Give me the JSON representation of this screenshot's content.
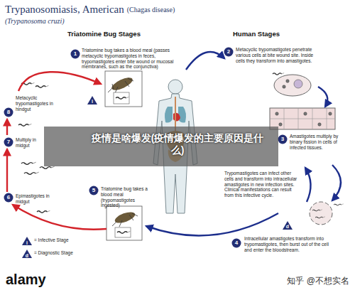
{
  "diagram": {
    "title": "Trypanosomiasis, American",
    "labels": [
      "(Chagas disease)",
      "(Trypanosoma cruzi)",
      "Triatomine Bug Stages",
      "Human Stages",
      "1",
      "Triatomine bug takes a blood meal (passes metacyclic trypomastigotes in feces, trypomastigotes enter bite wound or mucosal membranes, such as the conjunctiva)",
      "i",
      "2",
      "Metacyclic trypomastigotes penetrate various cells at bite wound site. Inside cells they transform into amastigotes.",
      "3",
      "Amastigotes multiply by binary fission in cells of infected tissues.",
      "Trypomastigotes can infect other cells and transform into intracellular amastigotes in new infection sites. Clinical manifestations can result from this infective cycle.",
      "d",
      "4",
      "Intracellular amastigotes transform into trypomastigotes, then burst out of the cell and enter the bloodstream.",
      "5",
      "Triatomine bug takes a blood meal (trypomastigotes ingested)",
      "6",
      "Epimastigotes in midgut",
      "7",
      "Multiply in midgut",
      "8",
      "Metacyclic trypomastigotes in hindgut",
      "疫情是啥爆发(疫情爆发的主要原因是什么)",
      "alamy",
      "知乎 @不想实名",
      "i",
      "d"
    ],
    "legend": [
      {
        "text": "= Infective Stage"
      },
      {
        "text": "= Diagnostic Stage"
      }
    ]
  }
}
